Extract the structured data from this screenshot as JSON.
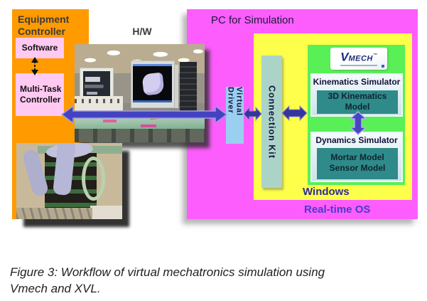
{
  "caption": {
    "line1": "Figure 3: Workflow of virtual mechatronics simulation using",
    "line2": "Vmech and XVL."
  },
  "equipment_controller": {
    "title": "Equipment Controller",
    "software_label": "Software",
    "multitask_label": "Multi-Task Controller"
  },
  "hw_label": "H/W",
  "pc": {
    "title": "PC for Simulation",
    "virtual_driver": "Virtual Driver",
    "connection_kit": "Connection Kit",
    "windows_label": "Windows",
    "realtime_os_label": "Real-time OS"
  },
  "vmech": {
    "v": "V",
    "rest": "MECH",
    "tm": "™"
  },
  "kinematics": {
    "title": "Kinematics Simulator",
    "model_line1": "3D Kinematics",
    "model_line2": "Model"
  },
  "dynamics": {
    "title": "Dynamics Simulator",
    "model_line1": "Mortar Model",
    "model_line2": "Sensor Model"
  },
  "colors": {
    "orange": "#ff9a00",
    "magenta": "#fd5dfd",
    "yellow": "#feff4a",
    "green": "#58ef57",
    "teal": "#2f8a8a",
    "pink": "#ffc9f2",
    "virtual_driver_blue": "#9bcff2",
    "connection_kit_green": "#abd4c9",
    "arrow_navy": "#4343c2"
  }
}
